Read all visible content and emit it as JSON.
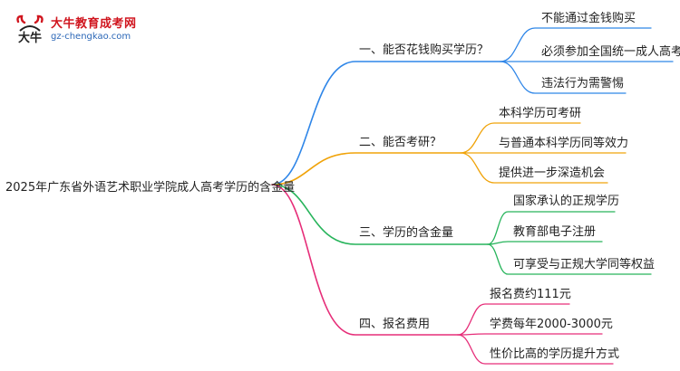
{
  "logo": {
    "title": "大牛教育成考网",
    "url": "gz-chengkao.com",
    "mark_text": "大牛"
  },
  "colors": {
    "blue": "#2f86e8",
    "orange": "#f0a30a",
    "green": "#27b45b",
    "pink": "#e62e79"
  },
  "mindmap": {
    "root": "2025年广东省外语艺术职业学院成人高考学历的含金量",
    "branches": [
      {
        "label": "一、能否花钱购买学历？",
        "color": "#2f86e8",
        "leaves": [
          "不能通过金钱购买",
          "必须参加全国统一成人高考",
          "违法行为需警惕"
        ]
      },
      {
        "label": "二、能否考研？",
        "color": "#f0a30a",
        "leaves": [
          "本科学历可考研",
          "与普通本科学历同等效力",
          "提供进一步深造机会"
        ]
      },
      {
        "label": "三、学历的含金量",
        "color": "#27b45b",
        "leaves": [
          "国家承认的正规学历",
          "教育部电子注册",
          "可享受与正规大学同等权益"
        ]
      },
      {
        "label": "四、报名费用",
        "color": "#e62e79",
        "leaves": [
          "报名费约111元",
          "学费每年2000-3000元",
          "性价比高的学历提升方式"
        ]
      }
    ]
  }
}
